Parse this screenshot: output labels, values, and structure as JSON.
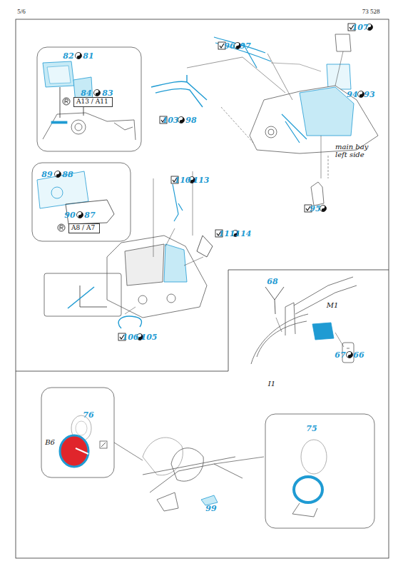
{
  "diagram": {
    "nodes": [
      {
        "text": [
          "A13 / A11"
        ]
      },
      {
        "text": [
          "A8 / A7"
        ]
      }
    ],
    "labels": [
      "5/6",
      "73 528",
      "82",
      "81",
      "84",
      "83",
      "89",
      "88",
      "90",
      "87",
      "103",
      "98",
      "96",
      "97",
      "107",
      "94",
      "93",
      "main bay left side",
      "95",
      "110",
      "113",
      "111",
      "114",
      "106",
      "105",
      "68",
      "M1",
      "67",
      "66",
      "I1",
      "76",
      "B6",
      "99",
      "75"
    ]
  }
}
